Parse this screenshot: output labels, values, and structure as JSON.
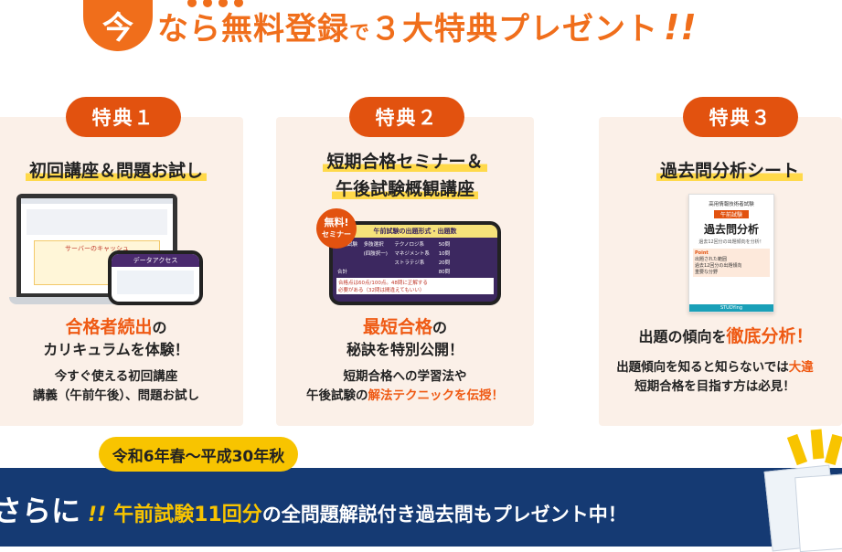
{
  "headline": {
    "badge": "今",
    "text_main": "なら無料登録",
    "text_small": "で",
    "text_end": "３大特典プレゼント",
    "exclaim": "!!"
  },
  "cards": [
    {
      "tab": "特典１",
      "title_lines": [
        "初回講座＆問題お試し"
      ],
      "lead_highlight": "合格者続出",
      "lead_suffix": "の",
      "lead_line2": "カリキュラムを体験！",
      "desc_line1": "今すぐ使える初回講座",
      "desc_line2": "講義（午前午後）、問題お試し",
      "image": {
        "laptop_label": "サーバーのキャッシュ",
        "phone_label": "データアクセス"
      }
    },
    {
      "tab": "特典２",
      "title_lines": [
        "短期合格セミナー＆",
        "午後試験概観講座"
      ],
      "badge": "無料!",
      "badge_sub": "セミナー",
      "lead_highlight": "最短合格",
      "lead_suffix": "の",
      "lead_line2": "秘訣を特別公開！",
      "desc_line1": "短期合格への学習法や",
      "desc_line2_plain": "午後試験の",
      "desc_line2_hl": "解法テクニックを伝授！",
      "image": {
        "slide_title": "午前試験の出題形式・出題数",
        "table": [
          [
            "午前試験",
            "多肢選択",
            "テクノロジ系",
            "50問"
          ],
          [
            "",
            "(四肢択一)",
            "マネジメント系",
            "10問"
          ],
          [
            "",
            "",
            "ストラテジ系",
            "20問"
          ],
          [
            "合計",
            "",
            "",
            "80問"
          ]
        ],
        "note_line1": "合格点は60点/100点。48問に正解する",
        "note_line2": "必要がある（32問は間違えてもいい）"
      }
    },
    {
      "tab": "特典３",
      "title_lines": [
        "過去問分析シート"
      ],
      "lead_plain": "出題の傾向を",
      "lead_highlight": "徹底分析！",
      "desc_line1_plain": "出題傾向を知ると知らないでは",
      "desc_line1_hl": "大違",
      "desc_line2": "短期合格を目指す方は必見！",
      "image": {
        "book_subtitle": "高用情報技術者試験",
        "book_tag": "午前試験",
        "book_title": "過去問分析",
        "book_note": "過去12回分の出題傾向を分析！",
        "point": "Point",
        "bullets": [
          "出題された範囲",
          "過去12回分の出題傾向",
          "重要な分野"
        ],
        "footer": "STUDYing"
      }
    }
  ],
  "banner": {
    "tag": "令和6年春〜平成30年秋",
    "lead": "さらに",
    "exclaim": "!!",
    "highlight": "午前試験11回分",
    "rest": "の全問題解説付き過去問もプレゼント中！"
  },
  "colors": {
    "orange": "#f06e1b",
    "tab_orange": "#e2520f",
    "card_bg": "#fbf0e8",
    "navy": "#153a73",
    "yellow": "#f8c400"
  }
}
